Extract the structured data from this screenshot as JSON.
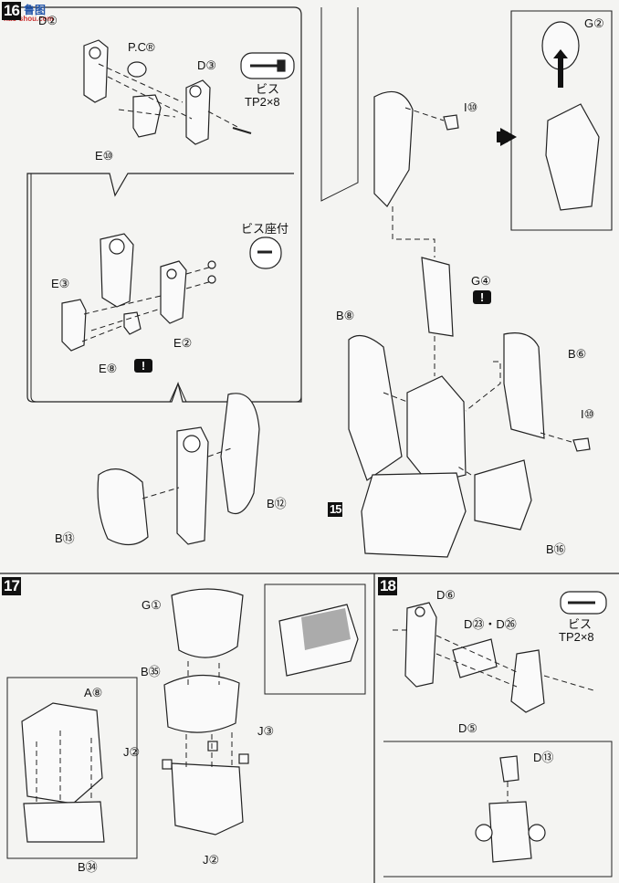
{
  "watermark": {
    "logo_text": "鲁图",
    "url": "nao-shou.com"
  },
  "steps": {
    "s16": "16",
    "s15": "15",
    "s17": "17",
    "s18": "18"
  },
  "labels": {
    "d2": "D②",
    "pc": "P.C®",
    "d3": "D③",
    "screw_a_line1": "ビス",
    "screw_a_line2": "TP2×8",
    "e10": "E⑩",
    "bis_washer": "ビス座付",
    "e3": "E③",
    "e2": "E②",
    "e8": "E⑧",
    "b12": "B⑫",
    "b13": "B⑬",
    "i10a": "I⑩",
    "g2": "G②",
    "g4": "G④",
    "b8": "B⑧",
    "b6": "B⑥",
    "i10b": "I⑩",
    "b16": "B⑯",
    "g1": "G①",
    "b35": "B㉟",
    "a8": "A⑧",
    "j3": "J③",
    "j2a": "J②",
    "j2b": "J②",
    "b34": "B㉞",
    "d6": "D⑥",
    "d23_26": "D㉓・D㉖",
    "screw_b_line1": "ビス",
    "screw_b_line2": "TP2×8",
    "d5": "D⑤",
    "d13": "D⑬"
  },
  "caution_mark": "!"
}
